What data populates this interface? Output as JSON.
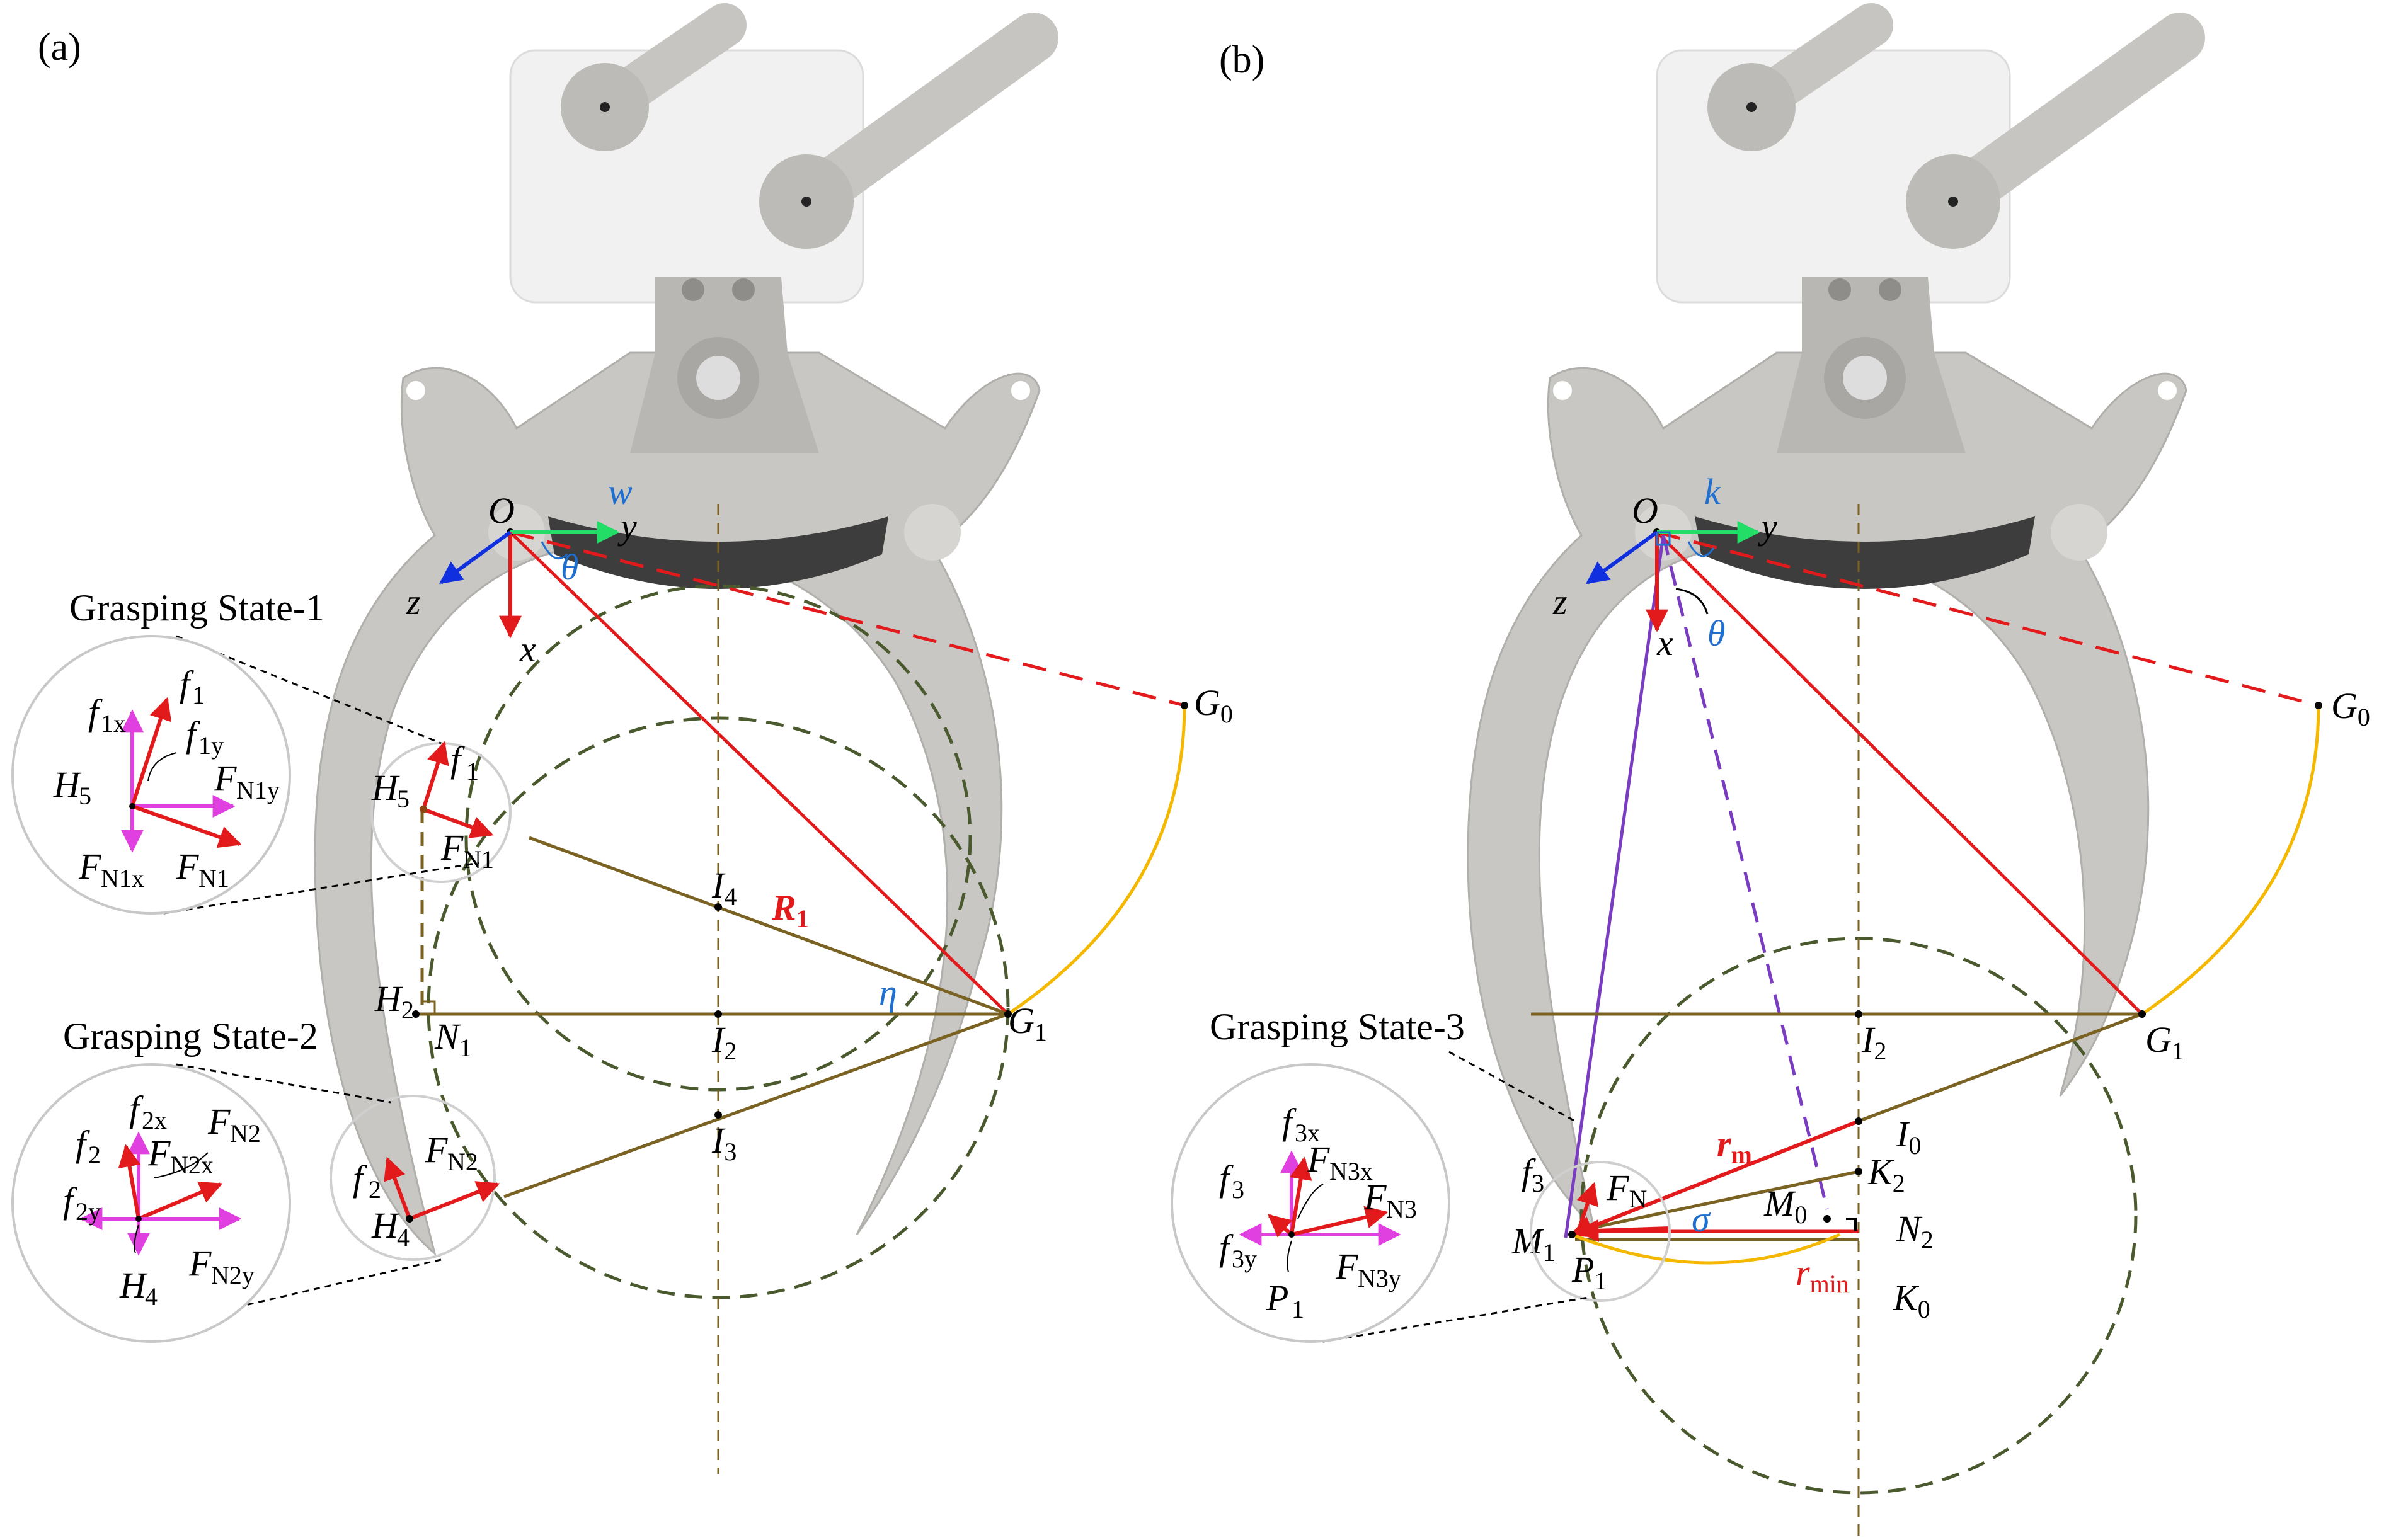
{
  "panels": {
    "a": {
      "letter": "(a)",
      "states": [
        "Grasping State-1",
        "Grasping State-2"
      ],
      "axes": {
        "origin": "O",
        "x": "x",
        "y": "y",
        "z": "z",
        "omega": "w",
        "theta": "θ"
      },
      "points": {
        "G0": "G",
        "G0_sub": "0",
        "G1": "G",
        "G1_sub": "1",
        "H2": "H",
        "H2_sub": "2",
        "N1": "N",
        "N1_sub": "1",
        "I2": "I",
        "I2_sub": "2",
        "I3": "I",
        "I3_sub": "3",
        "I4": "I",
        "I4_sub": "4",
        "H5": "H",
        "H5_sub": "5",
        "H4": "H",
        "H4_sub": "4",
        "R1": "R",
        "R1_sub": "1",
        "eta": "η"
      },
      "inset1": {
        "f1x": "f",
        "f1x_sub": "1x",
        "f1": "f",
        "f1_sub": "1",
        "f1y": "f",
        "f1y_sub": "1y",
        "H5": "H",
        "H5_sub": "5",
        "FN1y": "F",
        "FN1y_sub": "N1y",
        "FN1x": "F",
        "FN1x_sub": "N1x",
        "FN1": "F",
        "FN1_sub": "N1"
      },
      "inset2": {
        "f2x": "f",
        "f2x_sub": "2x",
        "FN2_top": "F",
        "FN2_top_sub": "N2",
        "f2": "f",
        "f2_sub": "2",
        "FN2x": "F",
        "FN2x_sub": "N2x",
        "f2y": "f",
        "f2y_sub": "2y",
        "H4": "H",
        "H4_sub": "4",
        "FN2y": "F",
        "FN2y_sub": "N2y"
      },
      "on_object_1": {
        "f": "f",
        "f_sub": "1",
        "H": "H",
        "H_sub": "5",
        "F": "F",
        "F_sub": "N1"
      },
      "on_object_2": {
        "f": "f",
        "f_sub": "2",
        "H": "H",
        "H_sub": "4",
        "F": "F",
        "F_sub": "N2"
      }
    },
    "b": {
      "letter": "(b)",
      "states": [
        "Grasping State-3"
      ],
      "axes": {
        "origin": "O",
        "x": "x",
        "y": "y",
        "z": "z",
        "kappa": "k",
        "theta": "θ"
      },
      "points": {
        "G0": "G",
        "G0_sub": "0",
        "G1": "G",
        "G1_sub": "1",
        "I2": "I",
        "I2_sub": "2",
        "I0": "I",
        "I0_sub": "0",
        "K2": "K",
        "K2_sub": "2",
        "M0": "M",
        "M0_sub": "0",
        "N2": "N",
        "N2_sub": "2",
        "K0": "K",
        "K0_sub": "0",
        "rm": "r",
        "rm_sub": "m",
        "rmin": "r",
        "rmin_sub": "min",
        "M1": "M",
        "M1_sub": "1",
        "P1": "P",
        "P1_sub": "1",
        "f3": "f",
        "f3_sub": "3",
        "FN": "F",
        "FN_sub": "N",
        "sigma": "σ"
      },
      "inset3": {
        "f3x": "f",
        "f3x_sub": "3x",
        "FN3x": "F",
        "FN3x_sub": "N3x",
        "f3": "f",
        "f3_sub": "3",
        "FN3": "F",
        "FN3_sub": "N3",
        "f3y": "f",
        "f3y_sub": "3y",
        "FN3y": "F",
        "FN3y_sub": "N3y",
        "P1": "P",
        "P1_sub": "1"
      }
    }
  },
  "colors": {
    "red": "#e31a1c",
    "brown": "#7a6222",
    "olive_dash": "#4a5a2e",
    "magenta": "#e040e0",
    "blue_label": "#1e6fd0",
    "blue_axis": "#1030e0",
    "green_axis": "#22dd66",
    "orange": "#f5b800",
    "purple": "#7a3cc0",
    "gripper": "#c9c7c4",
    "gripper_dark": "#a9a7a4",
    "spring": "#3d3d3d"
  }
}
